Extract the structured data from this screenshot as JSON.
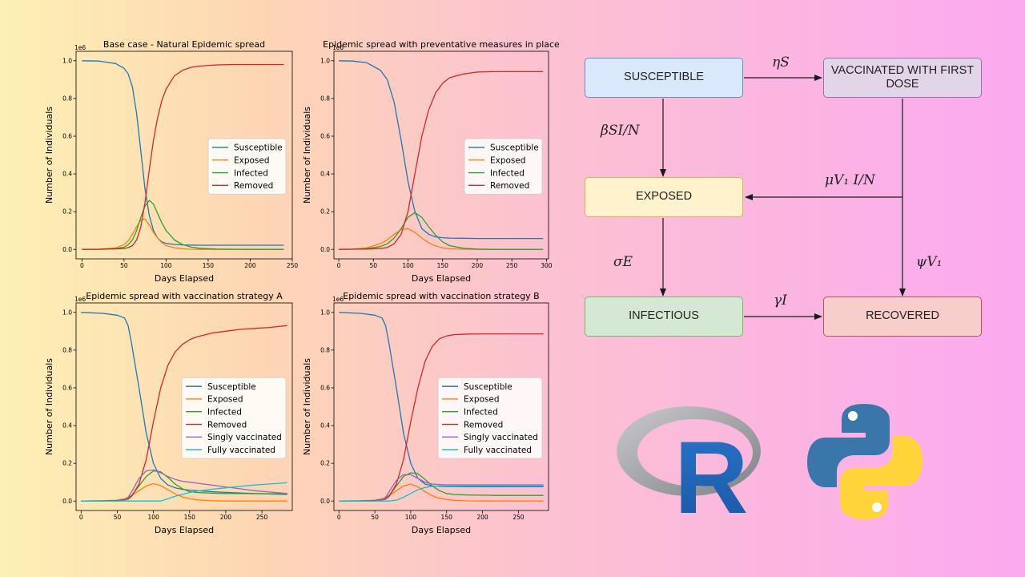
{
  "chart_data": [
    {
      "type": "line",
      "title": "Base case - Natural Epidemic spread",
      "xlabel": "Days Elapsed",
      "ylabel": "Number of Individuals",
      "y_offset_label": "1e6",
      "xlim": [
        -7,
        250
      ],
      "ylim": [
        -0.05,
        1.05
      ],
      "xticks": [
        0,
        50,
        100,
        150,
        200,
        250
      ],
      "yticks": [
        0.0,
        0.2,
        0.4,
        0.6,
        0.8,
        1.0
      ],
      "legend_position": "center-right",
      "x": [
        0,
        20,
        40,
        50,
        55,
        60,
        65,
        70,
        75,
        80,
        85,
        90,
        95,
        100,
        110,
        120,
        130,
        140,
        160,
        180,
        200,
        220,
        240
      ],
      "series": [
        {
          "name": "Susceptible",
          "color": "#1f77b4",
          "values": [
            1.0,
            0.998,
            0.985,
            0.96,
            0.93,
            0.86,
            0.72,
            0.52,
            0.32,
            0.18,
            0.1,
            0.06,
            0.04,
            0.032,
            0.026,
            0.024,
            0.023,
            0.022,
            0.022,
            0.022,
            0.022,
            0.022,
            0.022
          ]
        },
        {
          "name": "Exposed",
          "color": "#ff7f0e",
          "values": [
            0.0,
            0.001,
            0.008,
            0.025,
            0.045,
            0.08,
            0.12,
            0.155,
            0.16,
            0.13,
            0.09,
            0.06,
            0.035,
            0.02,
            0.008,
            0.003,
            0.001,
            0.0,
            0.0,
            0.0,
            0.0,
            0.0,
            0.0
          ]
        },
        {
          "name": "Infected",
          "color": "#2ca02c",
          "values": [
            0.0,
            0.0,
            0.004,
            0.012,
            0.025,
            0.05,
            0.1,
            0.17,
            0.23,
            0.26,
            0.24,
            0.19,
            0.14,
            0.1,
            0.05,
            0.025,
            0.012,
            0.006,
            0.002,
            0.001,
            0.0,
            0.0,
            0.0
          ]
        },
        {
          "name": "Removed",
          "color": "#d62728",
          "values": [
            0.0,
            0.001,
            0.003,
            0.005,
            0.01,
            0.02,
            0.05,
            0.12,
            0.25,
            0.42,
            0.58,
            0.7,
            0.79,
            0.85,
            0.92,
            0.95,
            0.965,
            0.972,
            0.978,
            0.98,
            0.98,
            0.98,
            0.98
          ]
        }
      ]
    },
    {
      "type": "line",
      "title": "Epidemic spread with preventative measures in place",
      "xlabel": "Days Elapsed",
      "ylabel": "Number of Individuals",
      "y_offset_label": "1e6",
      "xlim": [
        -7,
        303
      ],
      "ylim": [
        -0.05,
        1.05
      ],
      "xticks": [
        0,
        50,
        100,
        150,
        200,
        250,
        300
      ],
      "yticks": [
        0.0,
        0.2,
        0.4,
        0.6,
        0.8,
        1.0
      ],
      "legend_position": "center-right",
      "x": [
        0,
        20,
        40,
        60,
        70,
        80,
        90,
        100,
        110,
        120,
        130,
        140,
        150,
        160,
        180,
        200,
        220,
        250,
        270,
        295
      ],
      "series": [
        {
          "name": "Susceptible",
          "color": "#1f77b4",
          "values": [
            1.0,
            0.998,
            0.99,
            0.95,
            0.9,
            0.78,
            0.58,
            0.36,
            0.2,
            0.11,
            0.08,
            0.066,
            0.062,
            0.06,
            0.059,
            0.058,
            0.058,
            0.058,
            0.058,
            0.058
          ]
        },
        {
          "name": "Exposed",
          "color": "#ff7f0e",
          "values": [
            0.0,
            0.002,
            0.008,
            0.03,
            0.05,
            0.08,
            0.105,
            0.11,
            0.09,
            0.06,
            0.035,
            0.018,
            0.008,
            0.004,
            0.001,
            0.0,
            0.0,
            0.0,
            0.0,
            0.0
          ]
        },
        {
          "name": "Infected",
          "color": "#2ca02c",
          "values": [
            0.0,
            0.001,
            0.004,
            0.015,
            0.03,
            0.06,
            0.11,
            0.17,
            0.195,
            0.17,
            0.12,
            0.075,
            0.04,
            0.02,
            0.006,
            0.002,
            0.0,
            0.0,
            0.0,
            0.0
          ]
        },
        {
          "name": "Removed",
          "color": "#d62728",
          "values": [
            0.0,
            0.001,
            0.002,
            0.005,
            0.01,
            0.03,
            0.08,
            0.2,
            0.4,
            0.6,
            0.74,
            0.83,
            0.88,
            0.91,
            0.93,
            0.94,
            0.942,
            0.942,
            0.942,
            0.942
          ]
        }
      ]
    },
    {
      "type": "line",
      "title": "Epidemic spread with vaccination strategy A",
      "xlabel": "Days Elapsed",
      "ylabel": "Number of Individuals",
      "y_offset_label": "1e6",
      "xlim": [
        -7,
        292
      ],
      "ylim": [
        -0.05,
        1.05
      ],
      "xticks": [
        0,
        50,
        100,
        150,
        200,
        250
      ],
      "yticks": [
        0.0,
        0.2,
        0.4,
        0.6,
        0.8,
        1.0
      ],
      "legend_position": "center-right",
      "x": [
        0,
        30,
        50,
        60,
        65,
        70,
        80,
        90,
        100,
        110,
        120,
        130,
        140,
        150,
        160,
        180,
        200,
        220,
        240,
        260,
        285
      ],
      "series": [
        {
          "name": "Susceptible",
          "color": "#1f77b4",
          "values": [
            1.0,
            0.995,
            0.985,
            0.97,
            0.93,
            0.83,
            0.6,
            0.36,
            0.2,
            0.12,
            0.085,
            0.07,
            0.062,
            0.058,
            0.055,
            0.05,
            0.046,
            0.043,
            0.04,
            0.038,
            0.035
          ]
        },
        {
          "name": "Exposed",
          "color": "#ff7f0e",
          "values": [
            0.0,
            0.002,
            0.005,
            0.012,
            0.02,
            0.03,
            0.055,
            0.08,
            0.092,
            0.082,
            0.06,
            0.038,
            0.022,
            0.012,
            0.006,
            0.002,
            0.0,
            0.0,
            0.0,
            0.0,
            0.0
          ]
        },
        {
          "name": "Infected",
          "color": "#2ca02c",
          "values": [
            0.0,
            0.001,
            0.003,
            0.008,
            0.015,
            0.03,
            0.08,
            0.13,
            0.16,
            0.155,
            0.125,
            0.09,
            0.065,
            0.05,
            0.045,
            0.042,
            0.04,
            0.04,
            0.039,
            0.039,
            0.038
          ]
        },
        {
          "name": "Removed",
          "color": "#d62728",
          "values": [
            0.0,
            0.001,
            0.003,
            0.006,
            0.01,
            0.025,
            0.09,
            0.22,
            0.42,
            0.6,
            0.72,
            0.79,
            0.83,
            0.855,
            0.87,
            0.89,
            0.9,
            0.91,
            0.915,
            0.92,
            0.93
          ]
        },
        {
          "name": "Singly vaccinated",
          "color": "#9467bd",
          "values": [
            0.0,
            0.0,
            0.0,
            0.005,
            0.02,
            0.05,
            0.12,
            0.16,
            0.165,
            0.15,
            0.13,
            0.115,
            0.105,
            0.1,
            0.095,
            0.085,
            0.075,
            0.065,
            0.055,
            0.048,
            0.04
          ]
        },
        {
          "name": "Fully vaccinated",
          "color": "#17becf",
          "values": [
            0.0,
            0.0,
            0.0,
            0.0,
            0.0,
            0.0,
            0.0,
            0.0,
            0.0,
            0.0,
            0.012,
            0.025,
            0.035,
            0.045,
            0.052,
            0.062,
            0.07,
            0.078,
            0.085,
            0.09,
            0.097
          ]
        }
      ]
    },
    {
      "type": "line",
      "title": "Epidemic spread with vaccination strategy B",
      "xlabel": "Days Elapsed",
      "ylabel": "Number of Individuals",
      "y_offset_label": "1e6",
      "xlim": [
        -7,
        292
      ],
      "ylim": [
        -0.05,
        1.05
      ],
      "xticks": [
        0,
        50,
        100,
        150,
        200,
        250
      ],
      "yticks": [
        0.0,
        0.2,
        0.4,
        0.6,
        0.8,
        1.0
      ],
      "legend_position": "center-right",
      "x": [
        0,
        30,
        50,
        60,
        65,
        70,
        80,
        90,
        100,
        110,
        120,
        130,
        140,
        150,
        160,
        180,
        200,
        220,
        240,
        260,
        285
      ],
      "series": [
        {
          "name": "Susceptible",
          "color": "#1f77b4",
          "values": [
            1.0,
            0.995,
            0.985,
            0.97,
            0.93,
            0.83,
            0.6,
            0.36,
            0.2,
            0.12,
            0.09,
            0.08,
            0.078,
            0.077,
            0.077,
            0.076,
            0.076,
            0.076,
            0.076,
            0.076,
            0.076
          ]
        },
        {
          "name": "Exposed",
          "color": "#ff7f0e",
          "values": [
            0.0,
            0.002,
            0.005,
            0.012,
            0.02,
            0.03,
            0.055,
            0.08,
            0.09,
            0.075,
            0.05,
            0.028,
            0.015,
            0.008,
            0.004,
            0.001,
            0.0,
            0.0,
            0.0,
            0.0,
            0.0
          ]
        },
        {
          "name": "Infected",
          "color": "#2ca02c",
          "values": [
            0.0,
            0.001,
            0.003,
            0.008,
            0.015,
            0.03,
            0.08,
            0.13,
            0.15,
            0.145,
            0.115,
            0.08,
            0.055,
            0.04,
            0.035,
            0.032,
            0.031,
            0.03,
            0.03,
            0.03,
            0.03
          ]
        },
        {
          "name": "Removed",
          "color": "#d62728",
          "values": [
            0.0,
            0.001,
            0.003,
            0.006,
            0.01,
            0.025,
            0.09,
            0.22,
            0.42,
            0.6,
            0.74,
            0.82,
            0.86,
            0.875,
            0.882,
            0.885,
            0.886,
            0.886,
            0.886,
            0.886,
            0.886
          ]
        },
        {
          "name": "Singly vaccinated",
          "color": "#9467bd",
          "values": [
            0.0,
            0.0,
            0.0,
            0.005,
            0.02,
            0.05,
            0.11,
            0.14,
            0.14,
            0.12,
            0.1,
            0.09,
            0.087,
            0.086,
            0.086,
            0.086,
            0.086,
            0.086,
            0.086,
            0.086,
            0.086
          ]
        },
        {
          "name": "Fully vaccinated",
          "color": "#17becf",
          "values": [
            0.0,
            0.0,
            0.0,
            0.0,
            0.0,
            0.0,
            0.005,
            0.02,
            0.04,
            0.06,
            0.072,
            0.078,
            0.08,
            0.08,
            0.08,
            0.08,
            0.08,
            0.08,
            0.08,
            0.08,
            0.08
          ]
        }
      ]
    }
  ],
  "diagram": {
    "nodes": {
      "susceptible": {
        "label": "SUSCEPTIBLE",
        "fill": "#dae8fc",
        "stroke": "#6c8ebf"
      },
      "vaccinated": {
        "label": "VACCINATED WITH FIRST DOSE",
        "fill": "#e1d5e7",
        "stroke": "#9673a6"
      },
      "exposed": {
        "label": "EXPOSED",
        "fill": "#fff2cc",
        "stroke": "#d6b656"
      },
      "infectious": {
        "label": "INFECTIOUS",
        "fill": "#d5e8d4",
        "stroke": "#82b366"
      },
      "recovered": {
        "label": "RECOVERED",
        "fill": "#f8cecc",
        "stroke": "#b85450"
      }
    },
    "edge_labels": {
      "eta": "ηS",
      "beta": "βSI/N",
      "mu": "μV₁ I/N",
      "sigma": "σE",
      "psi": "ψV₁",
      "gamma": "γI"
    }
  },
  "logos": {
    "r": {
      "name": "r-logo",
      "letter": "R",
      "ring_color": "#9ea0a4",
      "letter_color": "#1f65b7"
    },
    "python": {
      "name": "python-logo",
      "blue": "#3b76ab",
      "yellow": "#ffd43b"
    }
  }
}
